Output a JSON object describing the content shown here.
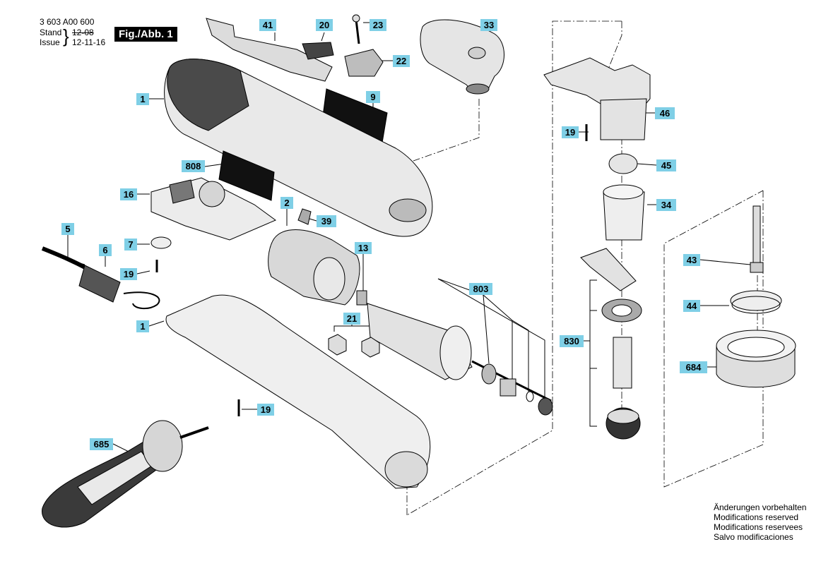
{
  "header": {
    "part_number": "3 603 A00 600",
    "stand_label": "Stand",
    "issue_label": "Issue",
    "stand_date": "12-08",
    "issue_date": "12-11-16",
    "figure_label": "Fig./Abb. 1"
  },
  "callouts": {
    "c41": "41",
    "c20": "20",
    "c23": "23",
    "c33": "33",
    "c22": "22",
    "c1a": "1",
    "c9": "9",
    "c46": "46",
    "c19a": "19",
    "c808": "808",
    "c45": "45",
    "c16": "16",
    "c2": "2",
    "c34": "34",
    "c39": "39",
    "c5": "5",
    "c13": "13",
    "c7": "7",
    "c6": "6",
    "c43": "43",
    "c19b": "19",
    "c803": "803",
    "c44": "44",
    "c21": "21",
    "c1b": "1",
    "c830": "830",
    "c684": "684",
    "c19c": "19",
    "c685": "685"
  },
  "footer": {
    "line1": "Änderungen vorbehalten",
    "line2": "Modifications reserved",
    "line3": "Modifications reservees",
    "line4": "Salvo modificaciones"
  },
  "colors": {
    "label_fill": "#7fcfe6",
    "ink": "#000000",
    "part_fill": "#e8e8e8",
    "part_dark": "#9a9a9a"
  }
}
